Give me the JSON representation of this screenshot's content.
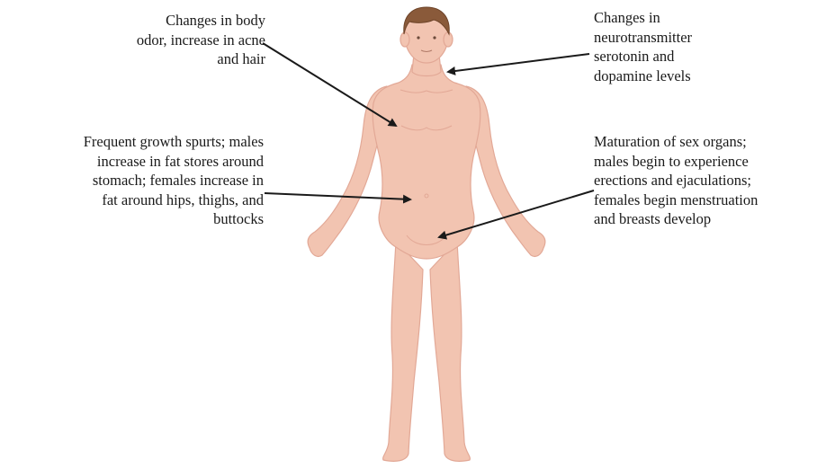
{
  "annotations": {
    "body_odor": "Changes in body\nodor, increase in acne\nand hair",
    "neurotransmitter": "Changes in\nneurotransmitter\nserotonin and\ndopamine levels",
    "growth": "Frequent growth spurts; males\nincrease in fat stores around\nstomach; females increase in\nfat around hips, thighs, and\nbuttocks",
    "sex_organs": "Maturation of sex organs;\nmales begin to experience\nerections and ejaculations;\nfemales begin menstruation\nand breasts develop"
  },
  "colors": {
    "skin": "#f2c4b1",
    "skin_shadow": "#e2a896",
    "hair": "#8a5a3a",
    "arrow": "#1a1a1a",
    "text": "#1a1a1a"
  },
  "icons": {
    "figure": "human-body-figure"
  }
}
